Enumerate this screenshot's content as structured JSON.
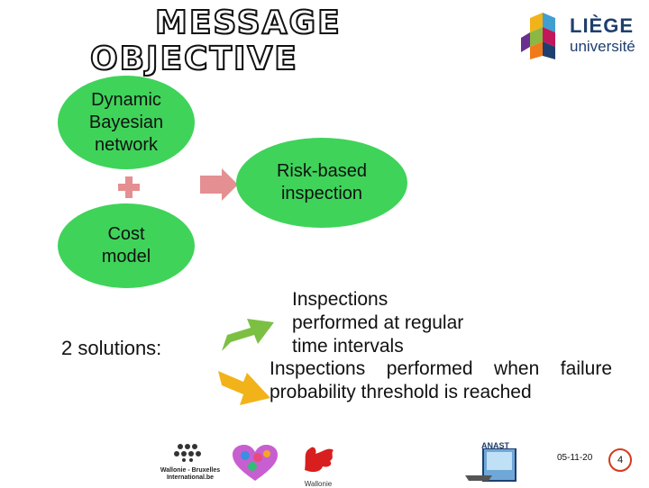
{
  "title": {
    "line1": "MESSAGE",
    "line2": "OBJECTIVE"
  },
  "logo": {
    "name": "LIÈGE",
    "sub": "université"
  },
  "diagram": {
    "dbn": "Dynamic Bayesian network",
    "risk_based": "Risk-based inspection",
    "cost": "Cost model"
  },
  "solutions_label": "2 solutions:",
  "solution_1": [
    "Inspections",
    "performed at regular",
    "time intervals"
  ],
  "solution_2": "Inspections performed when failure probability threshold is reached",
  "footer": {
    "partner_logo": "Wallonie - Bruxelles International.be",
    "wallonie": "Wallonie",
    "anast": "ANAST",
    "date": "05-11-20",
    "page": "4"
  },
  "colors": {
    "ellipse": "#3fd35a",
    "arrow_pink": "#e48f91",
    "arrow_green": "#7cc043",
    "arrow_yellow": "#f2b31a"
  }
}
